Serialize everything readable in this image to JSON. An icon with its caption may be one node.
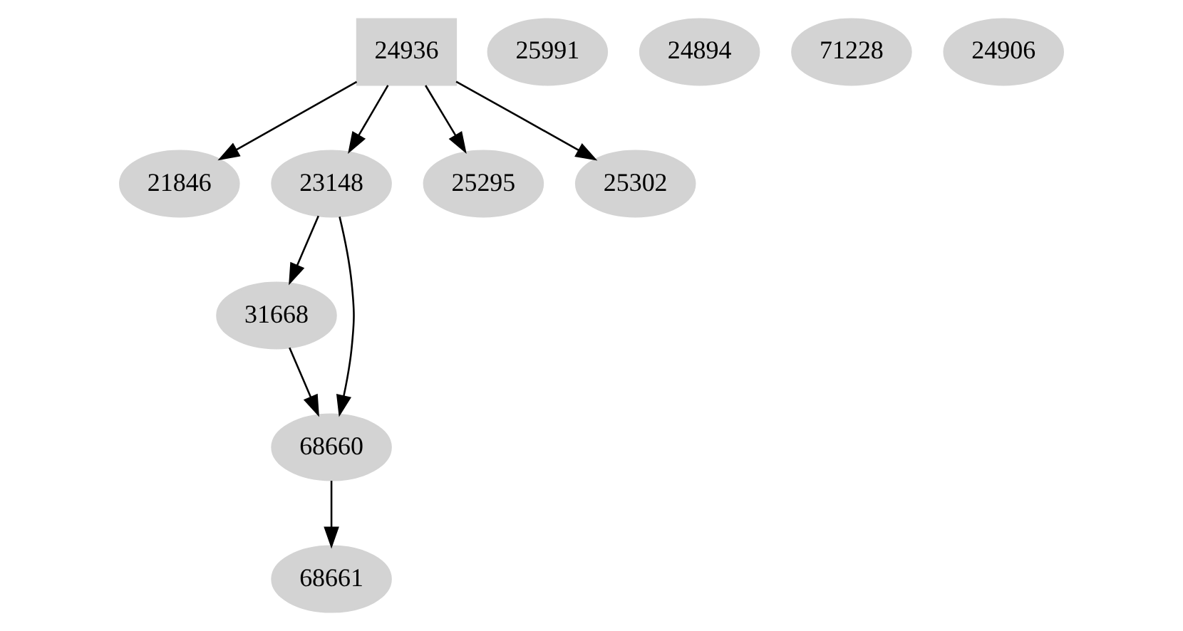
{
  "diagram": {
    "nodes": [
      {
        "text": [
          "24936"
        ]
      },
      {
        "text": [
          "25991"
        ]
      },
      {
        "text": [
          "24894"
        ]
      },
      {
        "text": [
          "71228"
        ]
      },
      {
        "text": [
          "24906"
        ]
      },
      {
        "text": [
          "21846"
        ]
      },
      {
        "text": [
          "23148"
        ]
      },
      {
        "text": [
          "25295"
        ]
      },
      {
        "text": [
          "25302"
        ]
      },
      {
        "text": [
          "31668"
        ]
      },
      {
        "text": [
          "68660"
        ]
      },
      {
        "text": [
          "68661"
        ]
      }
    ],
    "edges": [
      {
        "from": 0,
        "to": 5,
        "arrow": "to"
      },
      {
        "from": 0,
        "to": 6,
        "arrow": "to"
      },
      {
        "from": 0,
        "to": 7,
        "arrow": "to"
      },
      {
        "from": 0,
        "to": 8,
        "arrow": "to"
      },
      {
        "from": 6,
        "to": 9,
        "arrow": "to"
      },
      {
        "from": 6,
        "to": 10,
        "arrow": "to"
      },
      {
        "from": 9,
        "to": 10,
        "arrow": "to"
      },
      {
        "from": 10,
        "to": 11,
        "arrow": "to"
      }
    ]
  }
}
